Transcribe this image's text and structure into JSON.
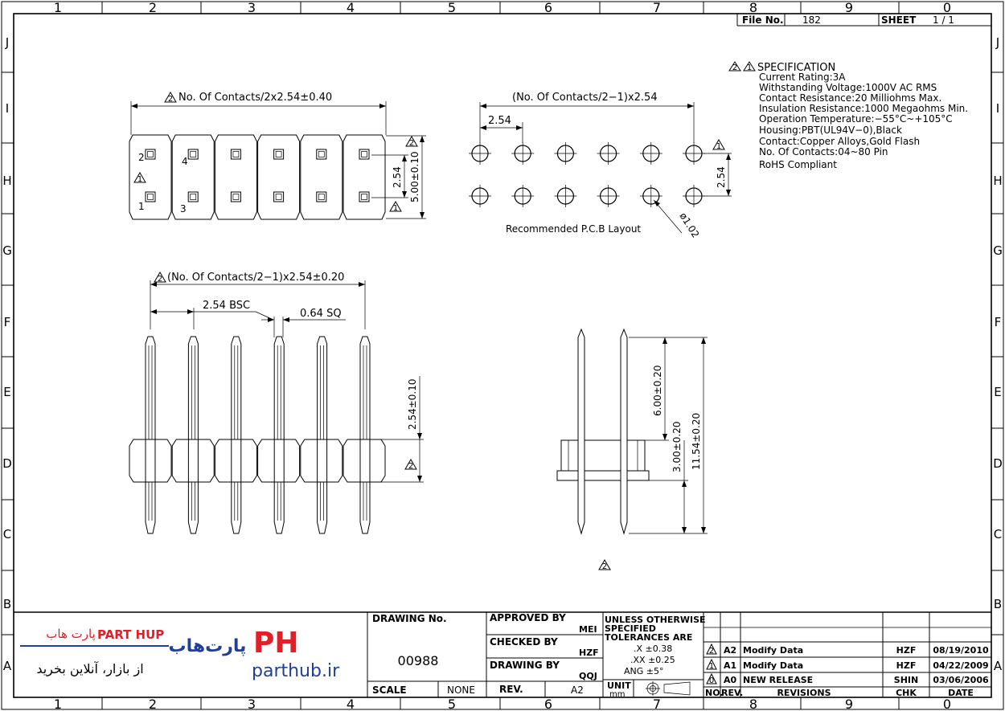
{
  "frame": {
    "col_numbers": [
      "1",
      "2",
      "3",
      "4",
      "5",
      "6",
      "7",
      "8",
      "9",
      "0"
    ],
    "row_letters": [
      "J",
      "I",
      "H",
      "G",
      "F",
      "E",
      "D",
      "C",
      "B",
      "A"
    ]
  },
  "file_box": {
    "file_label": "File No.",
    "file_no": "182",
    "sheet_label": "SHEET",
    "sheet_value": "1  /  1"
  },
  "specification": {
    "title": "SPECIFICATION",
    "lines": [
      "Current Rating:3A",
      "Withstanding Voltage:1000V AC RMS",
      "Contact Resistance:20 Milliohms Max.",
      "Insulation Resistance:1000 Megaohms Min.",
      "Operation Temperature:−55°C~+105°C",
      "Housing:PBT(UL94V−0),Black",
      "Contact:Copper Alloys,Gold Flash",
      "No. Of Contacts:04~80 Pin",
      "RoHS Compliant"
    ]
  },
  "top_view": {
    "width_dim": "No. Of Contacts/2x2.54±0.40",
    "pin_labels": [
      "2",
      "4",
      "1",
      "3"
    ],
    "pitch_dim": "2.54",
    "height_dim": "5.00±0.10"
  },
  "pcb_layout": {
    "span_dim": "(No. Of Contacts/2−1)x2.54",
    "pitch_dim": "2.54",
    "row_dim": "2.54",
    "hole_dim": "ø1.02",
    "caption": "Recommended P.C.B Layout"
  },
  "front_view": {
    "span_dim": "(No. Of Contacts/2−1)x2.54±0.20",
    "bsc_dim": "2.54 BSC",
    "sq_dim": "0.64 SQ",
    "height_dim": "2.54±0.10"
  },
  "side_view": {
    "upper_dim": "6.00±0.20",
    "lower_dim": "3.00±0.20",
    "total_dim": "11.54±0.20"
  },
  "rev_marks": {
    "r1": "1",
    "r2": "2"
  },
  "title_block": {
    "logo": {
      "part_hup": "PART HUP",
      "fa_name": "پارت هاب",
      "fa_tagline": "از بازار، آنلاین بخرید",
      "ph": "PH",
      "fa_logo": "پارت‌هاب",
      "domain": "parthub.ir"
    },
    "drawing_no_label": "DRAWING No.",
    "drawing_no": "00988",
    "scale_label": "SCALE",
    "scale_value": "NONE",
    "rev_label": "REV.",
    "rev_value": "A2",
    "approved_label": "APPROVED BY",
    "approved_value": "MEI",
    "checked_label": "CHECKED BY",
    "checked_value": "HZF",
    "drawing_by_label": "DRAWING BY",
    "drawing_by_value": "QQJ",
    "tolerance_lines": [
      "UNLESS OTHERWISE",
      "SPECIFIED",
      "TOLERANCES ARE"
    ],
    "tolerances": [
      ".X  ±0.38",
      ".XX  ±0.25",
      "ANG  ±5°"
    ],
    "unit_label": "UNIT",
    "unit_value": "mm",
    "revisions": [
      {
        "no": "2",
        "rev": "A2",
        "text": "Modify Data",
        "chk": "HZF",
        "date": "08/19/2010"
      },
      {
        "no": "1",
        "rev": "A1",
        "text": "Modify Data",
        "chk": "HZF",
        "date": "04/22/2009"
      },
      {
        "no": "0",
        "rev": "A0",
        "text": "NEW RELEASE",
        "chk": "SHIN",
        "date": "03/06/2006"
      }
    ],
    "rev_header": {
      "no": "NO.",
      "rev": "REV.",
      "text": "REVISIONS",
      "chk": "CHK",
      "date": "DATE"
    }
  }
}
